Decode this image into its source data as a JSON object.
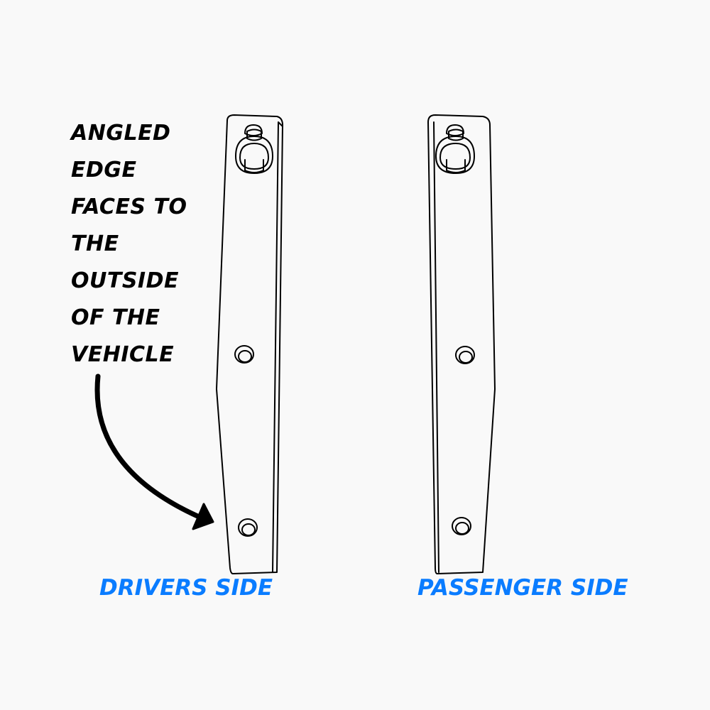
{
  "annotation": {
    "lines": [
      "ANGLED",
      "EDGE",
      "FACES TO",
      "THE",
      "OUTSIDE",
      "OF THE",
      "VEHICLE"
    ]
  },
  "labels": {
    "drivers": "DRIVERS SIDE",
    "passenger": "PASSENGER SIDE"
  },
  "colors": {
    "label": "#0a7cff",
    "background": "#f9f9f9",
    "line": "#000000"
  }
}
